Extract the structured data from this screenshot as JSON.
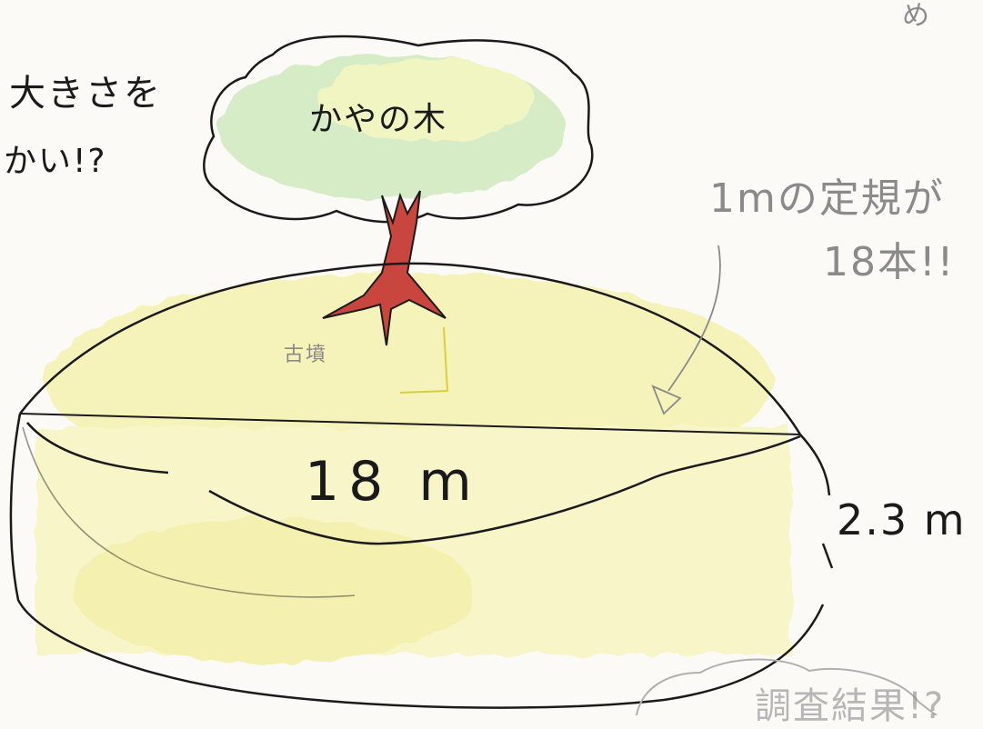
{
  "sketch": {
    "topright_fragment": "め",
    "left_note_line1": "大きさを",
    "left_note_line2": "かい!?",
    "tree_label": "かやの木",
    "mound_label": "古墳",
    "ruler_note_line1": "1mの定規が",
    "ruler_note_line2": "18本!!",
    "diameter_label": "18 m",
    "height_label": "2.3 m",
    "bottom_note": "調査結果!?"
  },
  "colors": {
    "ink": "#1a1a1a",
    "paper": "#fbfaf6",
    "yellow_crayon": "#f3ee8a",
    "green_crayon": "#bfe3a8",
    "trunk_red": "#c8463e"
  }
}
